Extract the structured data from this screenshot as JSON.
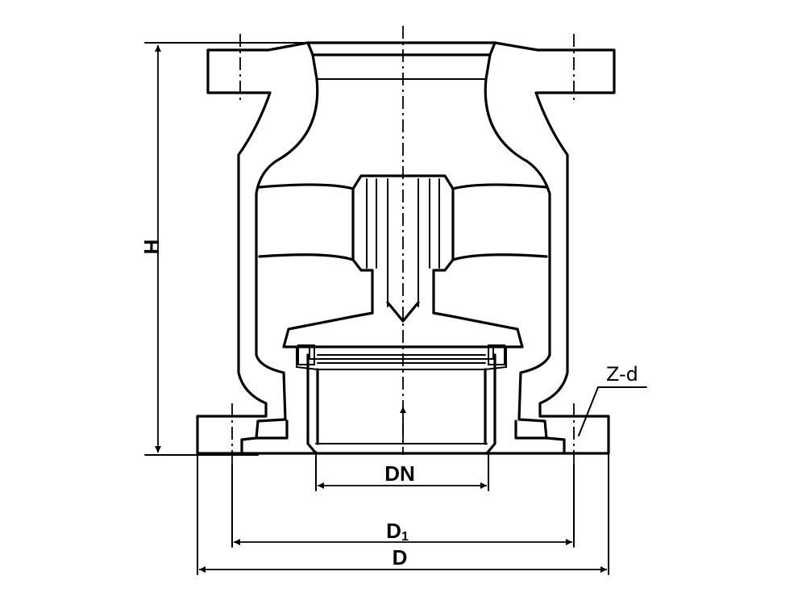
{
  "labels": {
    "height": "H",
    "nominal_diameter": "DN",
    "bolt_circle_base": "D",
    "bolt_circle_sub": "1",
    "flange_diameter": "D",
    "bolt_holes": "Z-d"
  }
}
